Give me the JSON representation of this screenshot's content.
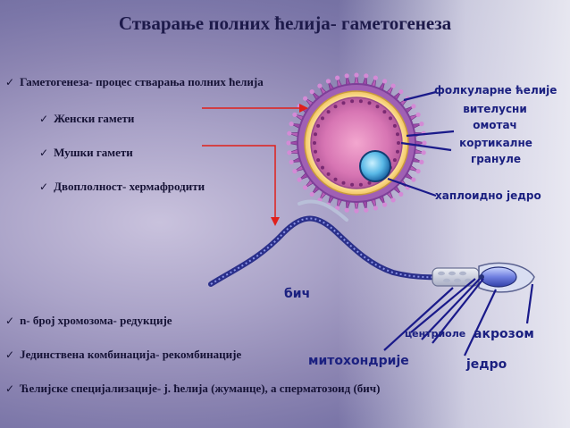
{
  "slide": {
    "title": "Стварање полних ћелија- гаметогенеза",
    "bullets": [
      "Гаметогенеза- процес стварања полних ћелија",
      "Женски гамети",
      "Мушки гамети",
      "Двоплолност- хермафродити",
      "n- број хромозома- редукције",
      "Јединствена комбинација- рекомбинације",
      "Ћелијске специјализације- ј. ћелија (жуманце), а сперматозоид (бич)"
    ],
    "egg_labels": {
      "follicular": "фолкуларне ћелије",
      "vitelline_1": "вителусни",
      "vitelline_2": "омотач",
      "cortical_1": "кортикалне",
      "cortical_2": "грануле",
      "nucleus": "хаплоидно једро"
    },
    "sperm_labels": {
      "flagellum": "бич",
      "centrioles": "центриоле",
      "acrosome": "акрозом",
      "mitochondria": "митохондрије",
      "nucleus": "једро"
    },
    "colors": {
      "title": "#1d1a4a",
      "label": "#1b2080",
      "arrow": "#e0201b",
      "pointer": "#1a1a8a"
    }
  }
}
